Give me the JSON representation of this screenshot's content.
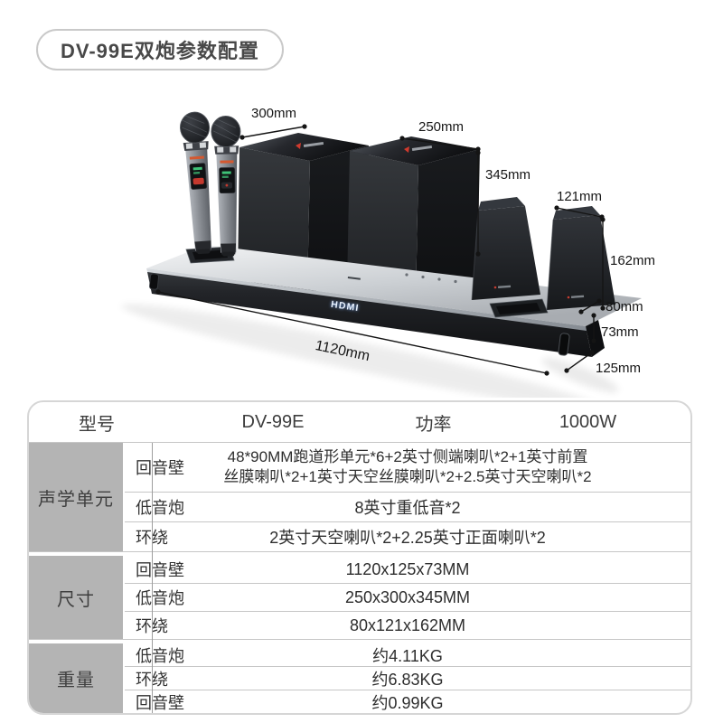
{
  "badge": {
    "title": "DV-99E双炮参数配置"
  },
  "diagram": {
    "hdmi": "HDMI",
    "dims": {
      "subwoofer_depth": "300mm",
      "subwoofer_width": "250mm",
      "subwoofer_height": "345mm",
      "surround_width": "121mm",
      "surround_height": "162mm",
      "surround_depth": "80mm",
      "soundbar_height": "73mm",
      "soundbar_length": "1120mm",
      "soundbar_depth": "125mm"
    }
  },
  "table": {
    "header": {
      "model_label": "型号",
      "model_value": "DV-99E",
      "power_label": "功率",
      "power_value": "1000W"
    },
    "groups": [
      {
        "label": "声学单元",
        "rows": [
          {
            "name": "回音壁",
            "value": "48*90MM跑道形单元*6+2英寸侧端喇叭*2+1英寸前置\n丝膜喇叭*2+1英寸天空丝膜喇叭*2+2.5英寸天空喇叭*2"
          },
          {
            "name": "低音炮",
            "value": "8英寸重低音*2"
          },
          {
            "name": "环绕",
            "value": "2英寸天空喇叭*2+2.25英寸正面喇叭*2"
          }
        ]
      },
      {
        "label": "尺寸",
        "rows": [
          {
            "name": "回音壁",
            "value": "1120x125x73MM"
          },
          {
            "name": "低音炮",
            "value": "250x300x345MM"
          },
          {
            "name": "环绕",
            "value": "80x121x162MM"
          }
        ]
      },
      {
        "label": "重量",
        "rows": [
          {
            "name": "低音炮",
            "value": "约4.11KG"
          },
          {
            "name": "环绕",
            "value": "约6.83KG"
          },
          {
            "name": "回音壁",
            "value": "约0.99KG"
          }
        ]
      }
    ]
  },
  "colors": {
    "table_label_bg": "#b4b4b4",
    "table_border": "#d6d6d6",
    "dimension_line": "#141414",
    "hdmi_glow": "#9cc4ff",
    "badge_border": "#c9c9c9"
  }
}
